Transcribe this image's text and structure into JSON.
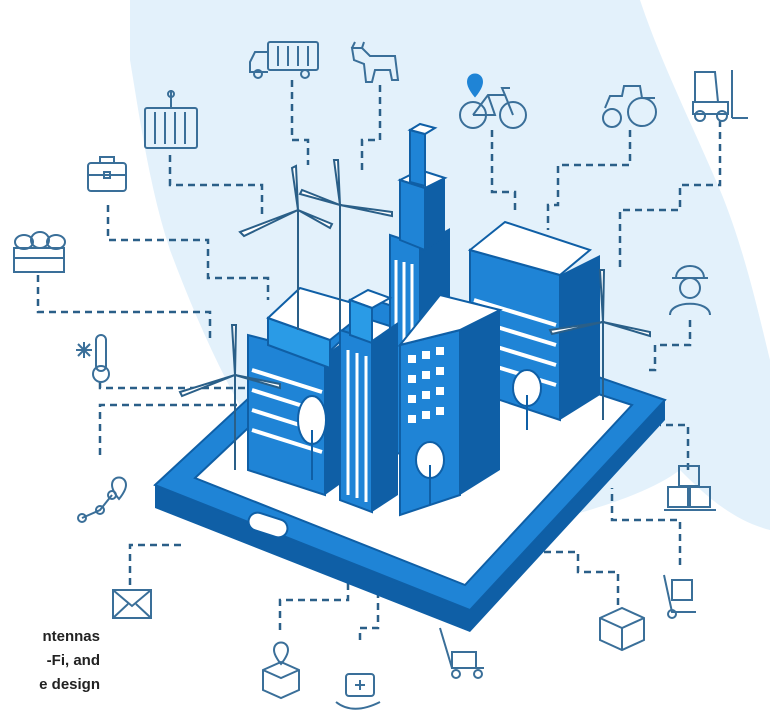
{
  "caption": {
    "line1": "ntennas",
    "line2": "-Fi, and",
    "line3": "e design"
  },
  "colors": {
    "blob": "#e3f1fb",
    "primary": "#1f84d6",
    "dark": "#0f5fa6",
    "light": "#2a9be6",
    "line": "#2a5f88",
    "icon": "#3a6f99"
  },
  "icons": [
    "delivery-truck-icon",
    "cow-icon",
    "shipping-container-icon",
    "location-pin-icon",
    "bicycle-icon",
    "tractor-icon",
    "forklift-icon",
    "briefcase-icon",
    "vegetable-crate-icon",
    "worker-helmet-icon",
    "thermometer-snowflake-icon",
    "route-map-icon",
    "box-pallet-icon",
    "envelope-icon",
    "hand-truck-icon",
    "parcel-box-icon",
    "location-box-icon",
    "medical-kit-hand-icon",
    "pallet-jack-icon"
  ]
}
